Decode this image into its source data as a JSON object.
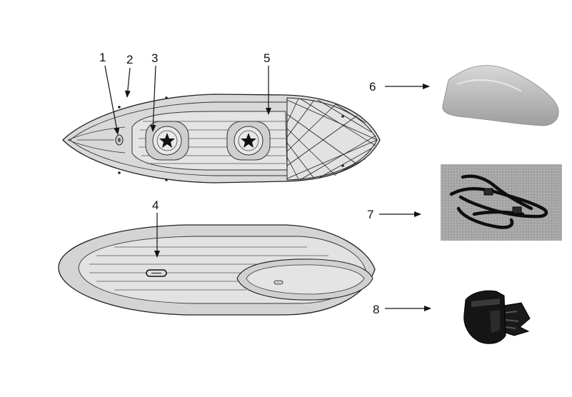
{
  "callouts": {
    "c1": "1",
    "c2": "2",
    "c3": "3",
    "c4": "4",
    "c5": "5",
    "c6": "6",
    "c7": "7",
    "c8": "8"
  },
  "colors": {
    "hull": "#d6d6d6",
    "hull_light": "#e6e6e6",
    "line": "#222222",
    "pad": "#c9c9c9",
    "fin": "#bdbdbd",
    "strap": "#111111",
    "carpet": "#a9a9a9",
    "buckle": "#151515"
  }
}
